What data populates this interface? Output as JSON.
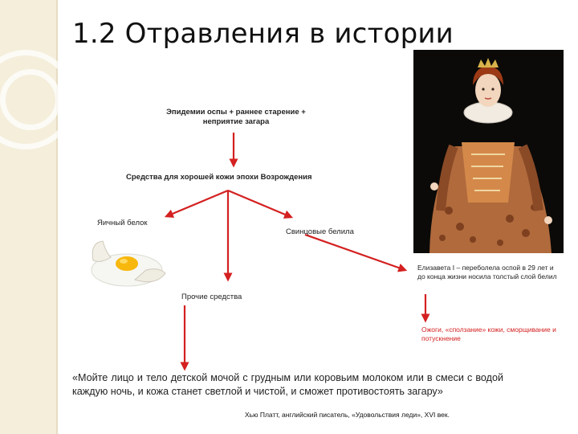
{
  "slide": {
    "title": "1.2 Отравления в истории",
    "chain": {
      "top": "Эпидемии оспы + раннее старение + неприятие загара",
      "middle": "Средства для хорошей кожи эпохи Возрождения"
    },
    "remedies": {
      "egg_white": "Яичный белок",
      "lead_white": "Свинцовые белила",
      "other": "Прочие средства"
    },
    "elizabeth_note": "Елизавета I – переболела оспой в 29 лет и до конца жизни носила толстый слой белил",
    "consequences": "Ожоги, «сползание» кожи, сморщивание и потускнение",
    "quote": "«Мойте лицо и тело детской мочой с грудным или коровьим молоком или в смеси с водой каждую ночь, и кожа станет светлой и чистой, и сможет противостоять загару»",
    "quote_author": "Хью Платт, английский писатель, «Удовольствия леди», XVI век."
  },
  "colors": {
    "arrow": "#d42020",
    "sidebar": "#f4eedb",
    "highlight_text": "#d42020"
  }
}
